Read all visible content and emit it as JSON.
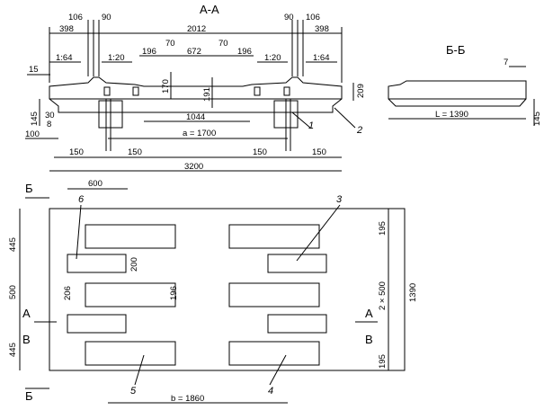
{
  "sections": {
    "aa": "А-А",
    "bb": "Б-Б"
  },
  "section_aa": {
    "top_dims": [
      "106",
      "90",
      "90",
      "106",
      "398",
      "2012",
      "398"
    ],
    "slopes": {
      "left_outer": "1:64",
      "left_inner": "1:20",
      "right_inner": "1:20",
      "right_outer": "1:64"
    },
    "inner_dims": [
      "196",
      "70",
      "672",
      "70",
      "196"
    ],
    "heights": {
      "h170": "170",
      "h191": "191",
      "h209": "209",
      "h145": "145",
      "h15": "15",
      "h30": "30",
      "h8": "8",
      "h100": "100"
    },
    "dim_1044": "1044",
    "dim_a": "a = 1700",
    "bottom_dims": [
      "150",
      "150",
      "150",
      "150"
    ],
    "total": "3200",
    "callouts": [
      "1",
      "2"
    ]
  },
  "section_bb": {
    "dim_7": "7",
    "dim_L": "L = 1390",
    "dim_145": "145"
  },
  "plan": {
    "dim_600": "600",
    "left_dims": [
      "445",
      "500",
      "445"
    ],
    "inner_left": [
      "200",
      "206",
      "196"
    ],
    "right_dims": [
      "195",
      "2 × 500",
      "195",
      "1390"
    ],
    "dim_b": "b = 1860",
    "callouts": [
      "6",
      "3",
      "5",
      "4"
    ],
    "section_marks": {
      "b_top": "Б",
      "b_bottom": "Б",
      "a_upper_left": "А",
      "a_lower_left": "В",
      "a_upper_right": "А",
      "a_lower_right": "В"
    }
  }
}
